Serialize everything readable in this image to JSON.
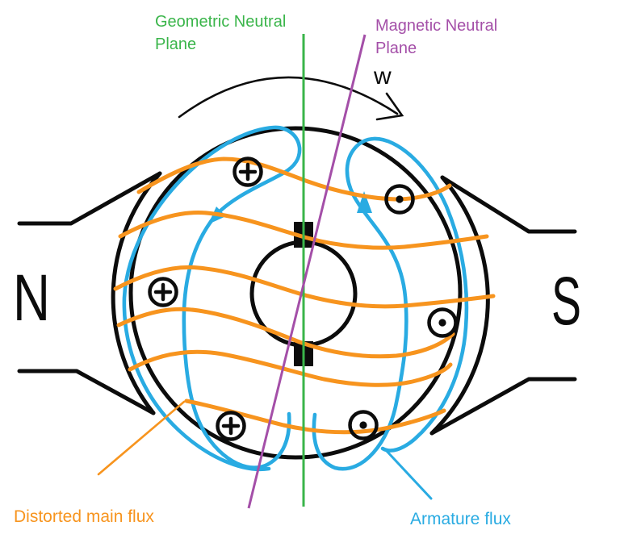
{
  "labels": {
    "geometric_neutral": {
      "line1": "Geometric Neutral",
      "line2": "Plane"
    },
    "magnetic_neutral": {
      "line1": "Magnetic Neutral",
      "line2": "Plane"
    },
    "rotation": "w",
    "north_pole": "N",
    "south_pole": "S",
    "distorted_main_flux": "Distorted main flux",
    "armature_flux": "Armature flux"
  },
  "colors": {
    "green": "#3ab54a",
    "purple": "#a44fa8",
    "orange": "#f7941e",
    "blue": "#29abe2",
    "black": "#0c0c0c"
  },
  "conductors": {
    "current_into_page_symbol": "circle-plus",
    "current_into_page_count": 3,
    "current_out_of_page_symbol": "circle-dot",
    "current_out_of_page_count": 3
  }
}
